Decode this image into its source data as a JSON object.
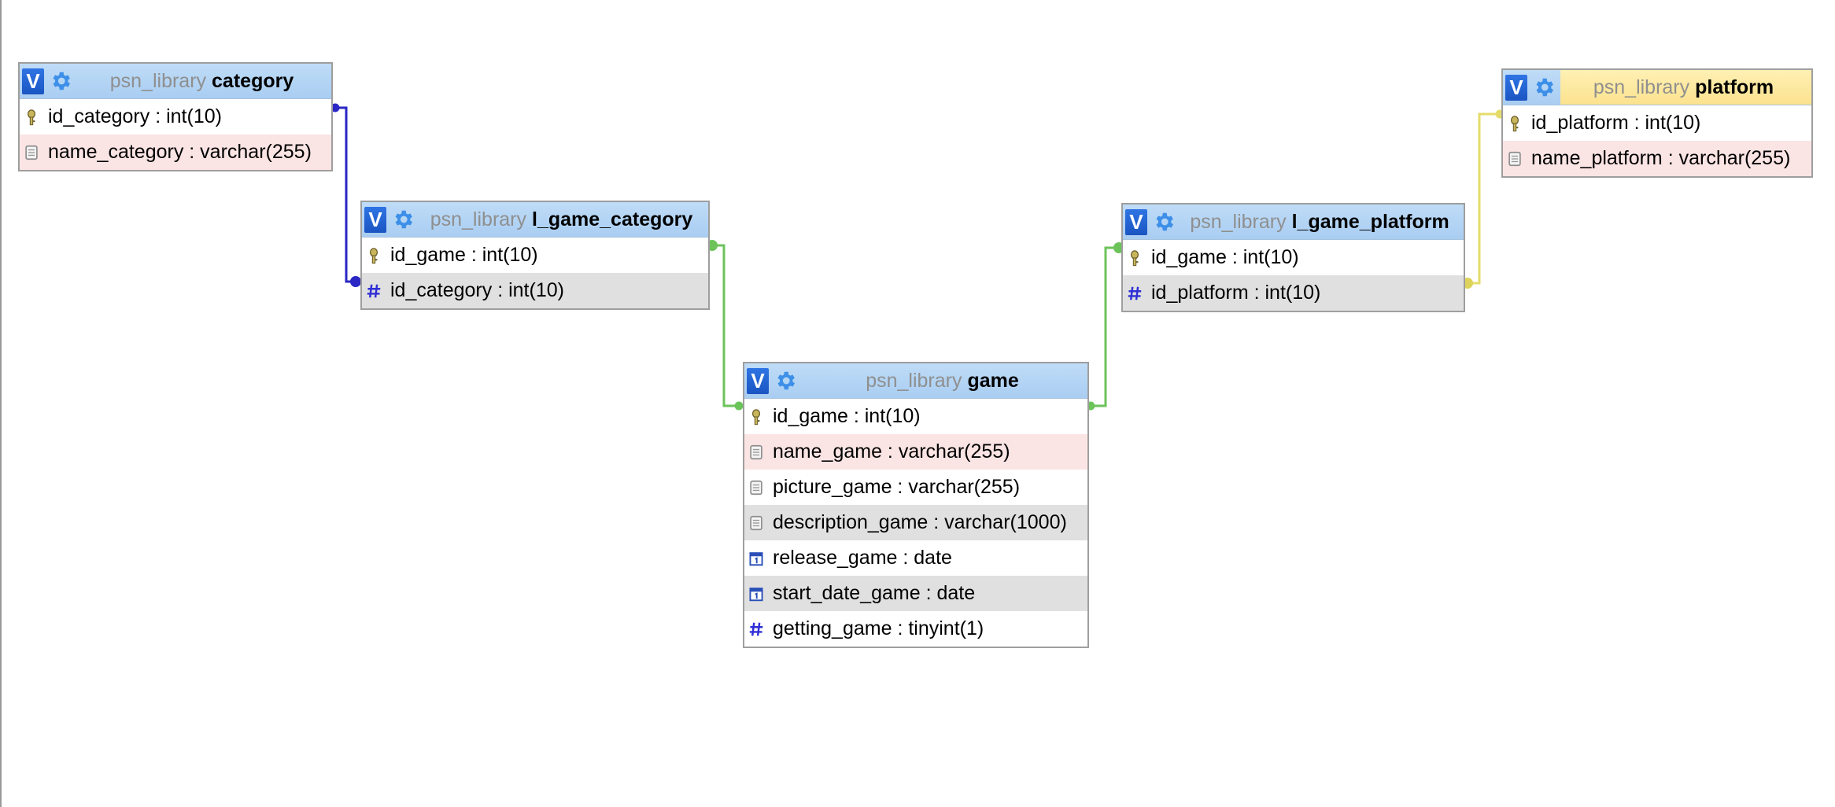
{
  "database": "psn_library",
  "tables": {
    "category": {
      "name": "category",
      "fields": [
        {
          "label": "id_category : int(10)",
          "icon": "primary-key-icon"
        },
        {
          "label": "name_category : varchar(255)",
          "icon": "text-field-icon"
        }
      ]
    },
    "l_game_category": {
      "name": "l_game_category",
      "fields": [
        {
          "label": "id_game : int(10)",
          "icon": "primary-key-icon"
        },
        {
          "label": "id_category : int(10)",
          "icon": "numeric-field-icon"
        }
      ]
    },
    "game": {
      "name": "game",
      "fields": [
        {
          "label": "id_game : int(10)",
          "icon": "primary-key-icon"
        },
        {
          "label": "name_game : varchar(255)",
          "icon": "text-field-icon"
        },
        {
          "label": "picture_game : varchar(255)",
          "icon": "text-field-icon"
        },
        {
          "label": "description_game : varchar(1000)",
          "icon": "text-field-icon"
        },
        {
          "label": "release_game : date",
          "icon": "date-field-icon"
        },
        {
          "label": "start_date_game : date",
          "icon": "date-field-icon"
        },
        {
          "label": "getting_game : tinyint(1)",
          "icon": "numeric-field-icon"
        }
      ]
    },
    "l_game_platform": {
      "name": "l_game_platform",
      "fields": [
        {
          "label": "id_game : int(10)",
          "icon": "primary-key-icon"
        },
        {
          "label": "id_platform : int(10)",
          "icon": "numeric-field-icon"
        }
      ]
    },
    "platform": {
      "name": "platform",
      "fields": [
        {
          "label": "id_platform : int(10)",
          "icon": "primary-key-icon"
        },
        {
          "label": "name_platform : varchar(255)",
          "icon": "text-field-icon"
        }
      ]
    }
  },
  "toggle_label": "V",
  "relations": [
    {
      "from": "l_game_category.id_category",
      "to": "category.id_category",
      "color": "#2a27c4"
    },
    {
      "from": "l_game_category.id_game",
      "to": "game.id_game",
      "color": "#6cc35a"
    },
    {
      "from": "l_game_platform.id_game",
      "to": "game.id_game",
      "color": "#6cc35a"
    },
    {
      "from": "l_game_platform.id_platform",
      "to": "platform.id_platform",
      "color": "#e4dc6a"
    }
  ],
  "colors": {
    "header": "#aed0f3",
    "header_active": "#fbe28e",
    "row_pink": "#fbe4e4",
    "row_grey": "#e0e0e0"
  }
}
